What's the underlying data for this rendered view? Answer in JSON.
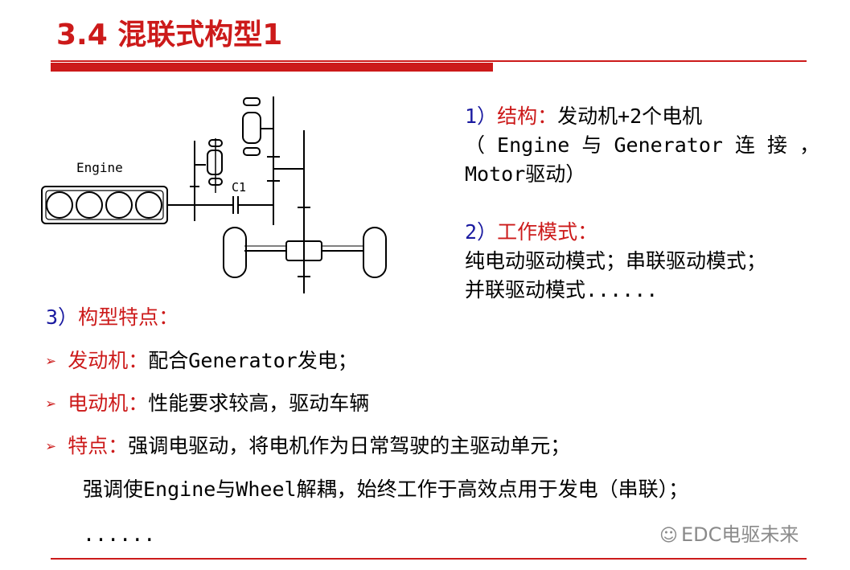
{
  "slide": {
    "title": "3.4 混联式构型1"
  },
  "diagram": {
    "engine_label": "Engine",
    "clutch_label": "C1"
  },
  "structure": {
    "num": "1）",
    "heading": "结构：",
    "text1": "发动机+2个电机",
    "text2": "（ Engine 与 Generator 连 接 ，",
    "text3": "Motor驱动）"
  },
  "modes": {
    "num": "2）",
    "heading": "工作模式：",
    "text1": "纯电动驱动模式；串联驱动模式；",
    "text2": "并联驱动模式......"
  },
  "features": {
    "num": "3）",
    "heading": "构型特点：",
    "items": [
      {
        "label": "发动机：",
        "text": "配合Generator发电；"
      },
      {
        "label": "电动机：",
        "text": "性能要求较高，驱动车辆"
      },
      {
        "label": "特点：",
        "text": "强调电驱动，将电机作为日常驾驶的主驱动单元；"
      }
    ],
    "extra1": "强调使Engine与Wheel解耦，始终工作于高效点用于发电（串联）；",
    "extra2": "......"
  },
  "watermark": {
    "icon": "wechat-icon",
    "text": "EDC电驱未来"
  },
  "colors": {
    "accent_red": "#cc1a1a",
    "number_blue": "#1a1aa0"
  }
}
